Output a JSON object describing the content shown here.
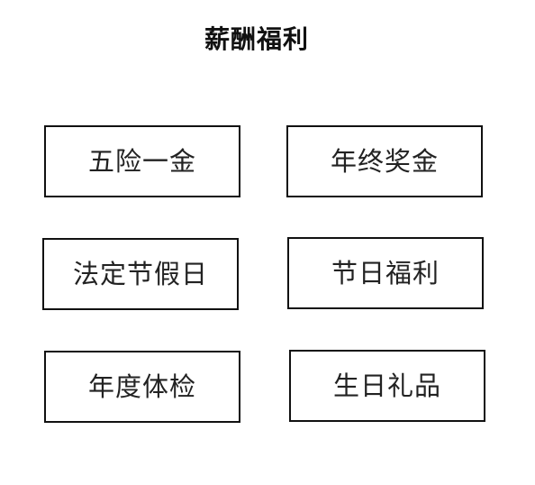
{
  "title": "薪酬福利",
  "items": [
    {
      "label": "五险一金"
    },
    {
      "label": "年终奖金"
    },
    {
      "label": "法定节假日"
    },
    {
      "label": "节日福利"
    },
    {
      "label": "年度体检"
    },
    {
      "label": "生日礼品"
    }
  ],
  "colors": {
    "border": "#111111",
    "text": "#222222",
    "background": "#ffffff"
  }
}
